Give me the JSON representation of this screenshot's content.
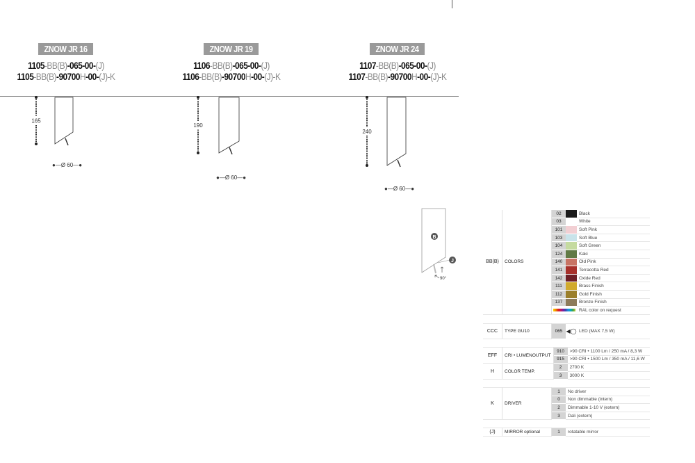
{
  "products": [
    {
      "name": "ZNOW JR 16",
      "code1": [
        "1105",
        "-BB(B)",
        "-065-00-",
        "(J)"
      ],
      "code2": [
        "1105",
        "-BB(B)",
        "-90700",
        "H",
        "-00-",
        "(J)-K"
      ],
      "height": "165",
      "diameter": "Ø 60"
    },
    {
      "name": "ZNOW JR 19",
      "code1": [
        "1106",
        "-BB(B)",
        "-065-00-",
        "(J)"
      ],
      "code2": [
        "1106",
        "-BB(B)",
        "-90700",
        "H",
        "-00-",
        "(J)-K"
      ],
      "height": "190",
      "diameter": "Ø 60"
    },
    {
      "name": "ZNOW JR 24",
      "code1": [
        "1107",
        "-BB(B)",
        "-065-00-",
        "(J)"
      ],
      "code2": [
        "1107",
        "-BB(B)",
        "-90700",
        "H",
        "-00-",
        "(J)-K"
      ],
      "height": "240",
      "diameter": "Ø 60"
    }
  ],
  "detail": {
    "marker_b": "B",
    "marker_j": "J",
    "angle": "90°"
  },
  "colors": {
    "key": "BB(B)",
    "label": "COLORS",
    "rows": [
      {
        "code": "02",
        "color": "#1a1a1a",
        "name": "Black"
      },
      {
        "code": "03",
        "color": "#ffffff",
        "name": "White"
      },
      {
        "code": "101",
        "color": "#f2cfd3",
        "name": "Soft Pink"
      },
      {
        "code": "103",
        "color": "#c9e3ea",
        "name": "Soft Blue"
      },
      {
        "code": "104",
        "color": "#c5dba0",
        "name": "Soft Green"
      },
      {
        "code": "124",
        "color": "#617a45",
        "name": "Kaki"
      },
      {
        "code": "140",
        "color": "#c87464",
        "name": "Old Pink"
      },
      {
        "code": "141",
        "color": "#a8302a",
        "name": "Terracotta Red"
      },
      {
        "code": "142",
        "color": "#6e1f26",
        "name": "Oxide Red"
      },
      {
        "code": "111",
        "color": "#d1aa2e",
        "name": "Brass Finish"
      },
      {
        "code": "112",
        "color": "#9b7f2a",
        "name": "Gold Finish"
      },
      {
        "code": "137",
        "color": "#8d7b5a",
        "name": "Bronze Finish"
      }
    ],
    "ral": "RAL color on request"
  },
  "ccc": {
    "key": "CCC",
    "label": "TYPE GU10",
    "code": "065",
    "icon": "bulb-icon",
    "desc": "LED (MAX 7,5 W)"
  },
  "eff": {
    "key": "EFF",
    "label": "CRI • LUMENOUTPUT",
    "rows": [
      {
        "code": "910",
        "desc": ">90 CRI • 1100 Lm / 250 mA / 8,3 W"
      },
      {
        "code": "915",
        "desc": ">90 CRI • 1500 Lm / 350 mA / 11,6 W"
      }
    ]
  },
  "h": {
    "key": "H",
    "label": "COLOR TEMP.",
    "rows": [
      {
        "code": "2",
        "desc": "2700 K"
      },
      {
        "code": "3",
        "desc": "3000 K"
      }
    ]
  },
  "k": {
    "key": "K",
    "label": "DRIVER",
    "rows": [
      {
        "code": "1",
        "desc": "No driver"
      },
      {
        "code": "0",
        "desc": "Non dimmable (intern)"
      },
      {
        "code": "2",
        "desc": "Dimmable 1-10 V (extern)"
      },
      {
        "code": "3",
        "desc": "Dali (extern)"
      }
    ]
  },
  "j": {
    "key": "(J)",
    "label": "MIRROR optional",
    "code": "1",
    "desc": "rotatable mirror"
  }
}
